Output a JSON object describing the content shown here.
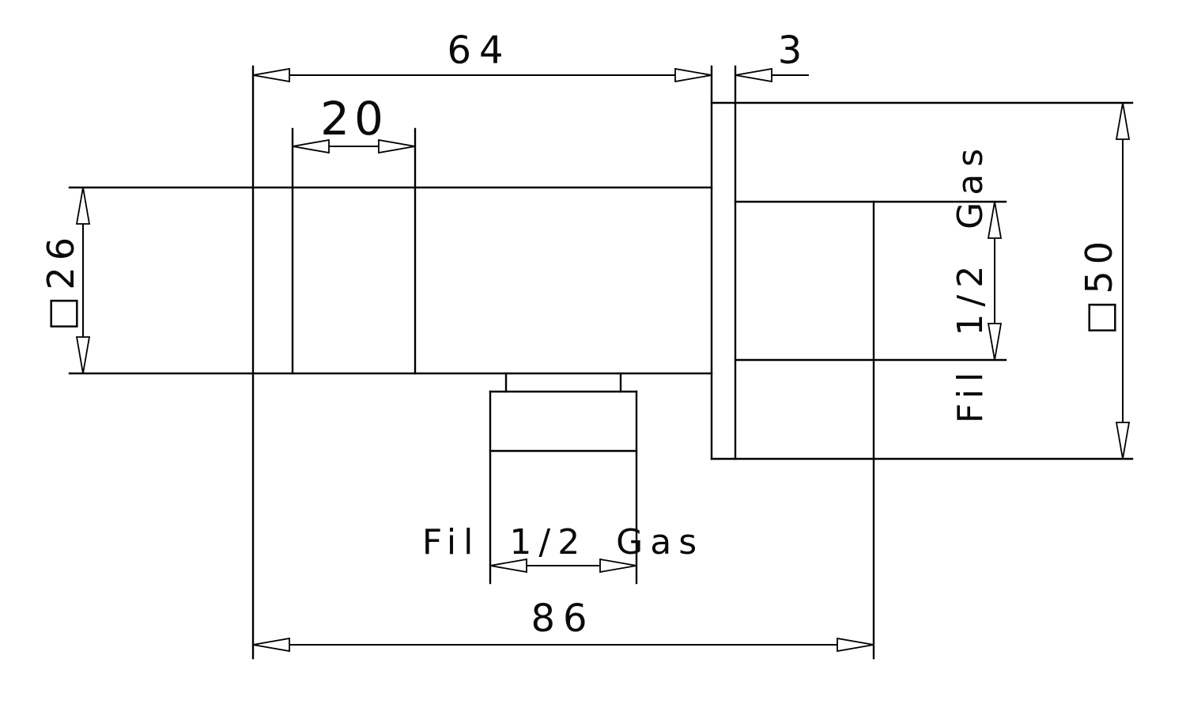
{
  "drawing": {
    "type": "technical-dimension-drawing",
    "subject": "square-body angle valve with threaded outlet and wall flange",
    "colors": {
      "line": "#000000",
      "background": "#ffffff",
      "text": "#0a0a0a"
    },
    "labels": {
      "width_64": "64",
      "flange_3": "3",
      "groove_20": "20",
      "square_26": "□26",
      "square_50": "□50",
      "total_86": "86",
      "thread_bottom": "Fil 1/2 Gas",
      "thread_right": "Fil 1/2 Gas"
    }
  }
}
